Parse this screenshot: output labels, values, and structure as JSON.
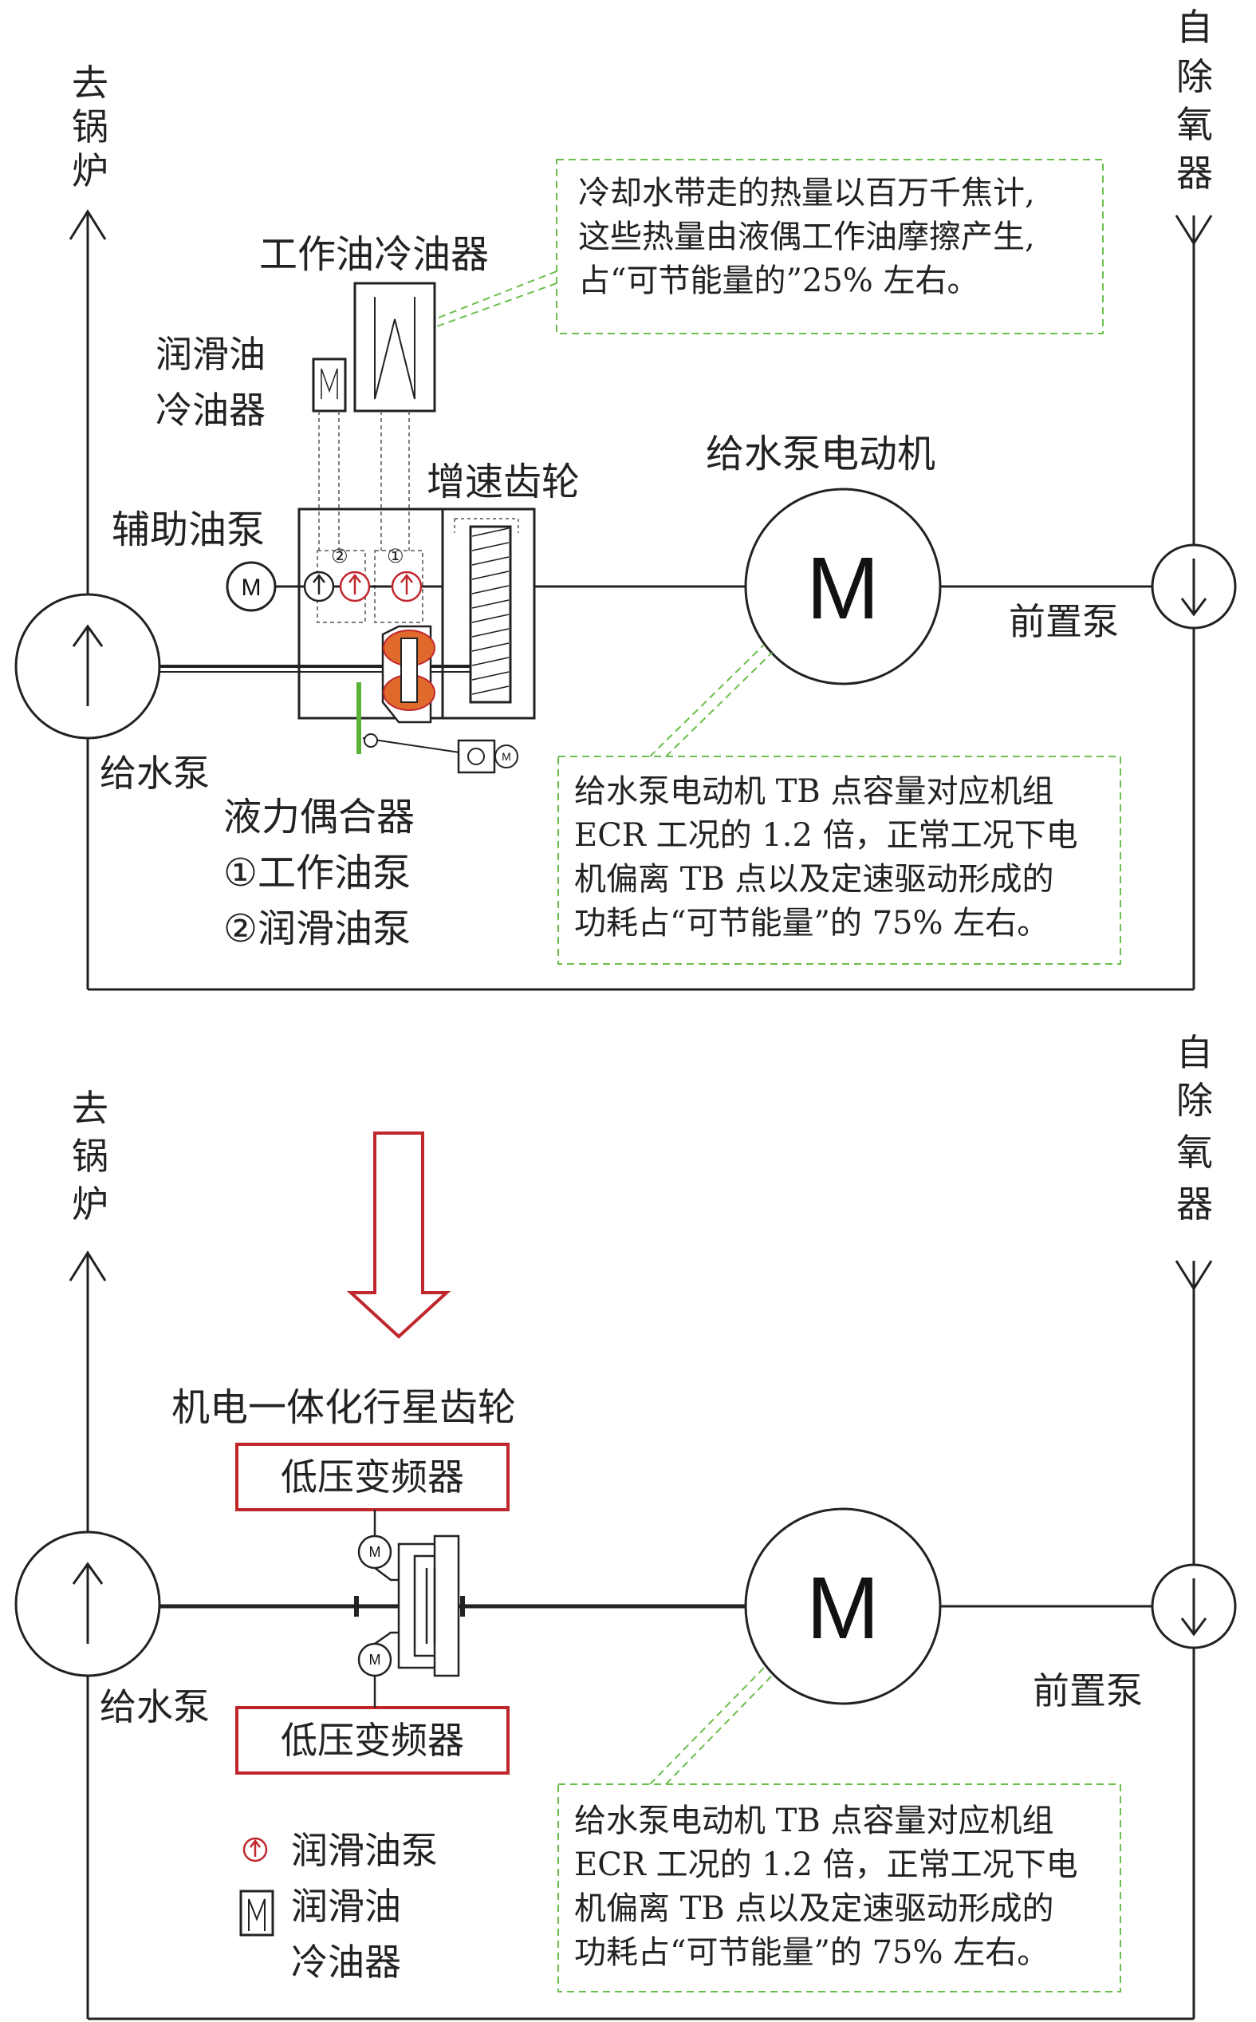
{
  "top": {
    "to_boiler": [
      "去",
      "锅",
      "炉"
    ],
    "from_deaerator": [
      "自",
      "除",
      "氧",
      "器"
    ],
    "work_oil_cooler": "工作油冷油器",
    "lube_oil_cooler": [
      "润滑油",
      "冷油器"
    ],
    "gear": "增速齿轮",
    "aux_oil_pump": "辅助油泵",
    "motor_title": "给水泵电动机",
    "motor_letter": "M",
    "small_motor_letter": "M",
    "booster_pump": "前置泵",
    "feed_pump": "给水泵",
    "coupling": "液力偶合器",
    "legend_work_pump": "①工作油泵",
    "legend_lube_pump": "②润滑油泵",
    "pump_mark_1": "①",
    "pump_mark_2": "②",
    "note_top": [
      "冷却水带走的热量以百万千焦计,",
      "这些热量由液偶工作油摩擦产生,",
      "占“可节能量的”25% 左右。"
    ],
    "note_motor": [
      "给水泵电动机 TB 点容量对应机组",
      "ECR 工况的 1.2 倍，正常工况下电",
      "机偏离 TB 点以及定速驱动形成的",
      "功耗占“可节能量”的 75% 左右。"
    ]
  },
  "bottom": {
    "to_boiler": [
      "去",
      "锅",
      "炉"
    ],
    "from_deaerator": [
      "自",
      "除",
      "氧",
      "器"
    ],
    "planetary_gear": "机电一体化行星齿轮",
    "vfd_top": "低压变频器",
    "vfd_bottom": "低压变频器",
    "motor_letter": "M",
    "small_motor_letter": "M",
    "booster_pump": "前置泵",
    "feed_pump": "给水泵",
    "legend_lube_pump": "润滑油泵",
    "legend_lube_cooler": [
      "润滑油",
      "冷油器"
    ],
    "note_motor": [
      "给水泵电动机 TB 点容量对应机组",
      "ECR 工况的 1.2 倍，正常工况下电",
      "机偏离 TB 点以及定速驱动形成的",
      "功耗占“可节能量”的 75% 左右。"
    ]
  },
  "colors": {
    "line": "#222222",
    "red": "#c0272d",
    "green_dash": "#6abf4b",
    "green_lever": "#5bb335"
  }
}
